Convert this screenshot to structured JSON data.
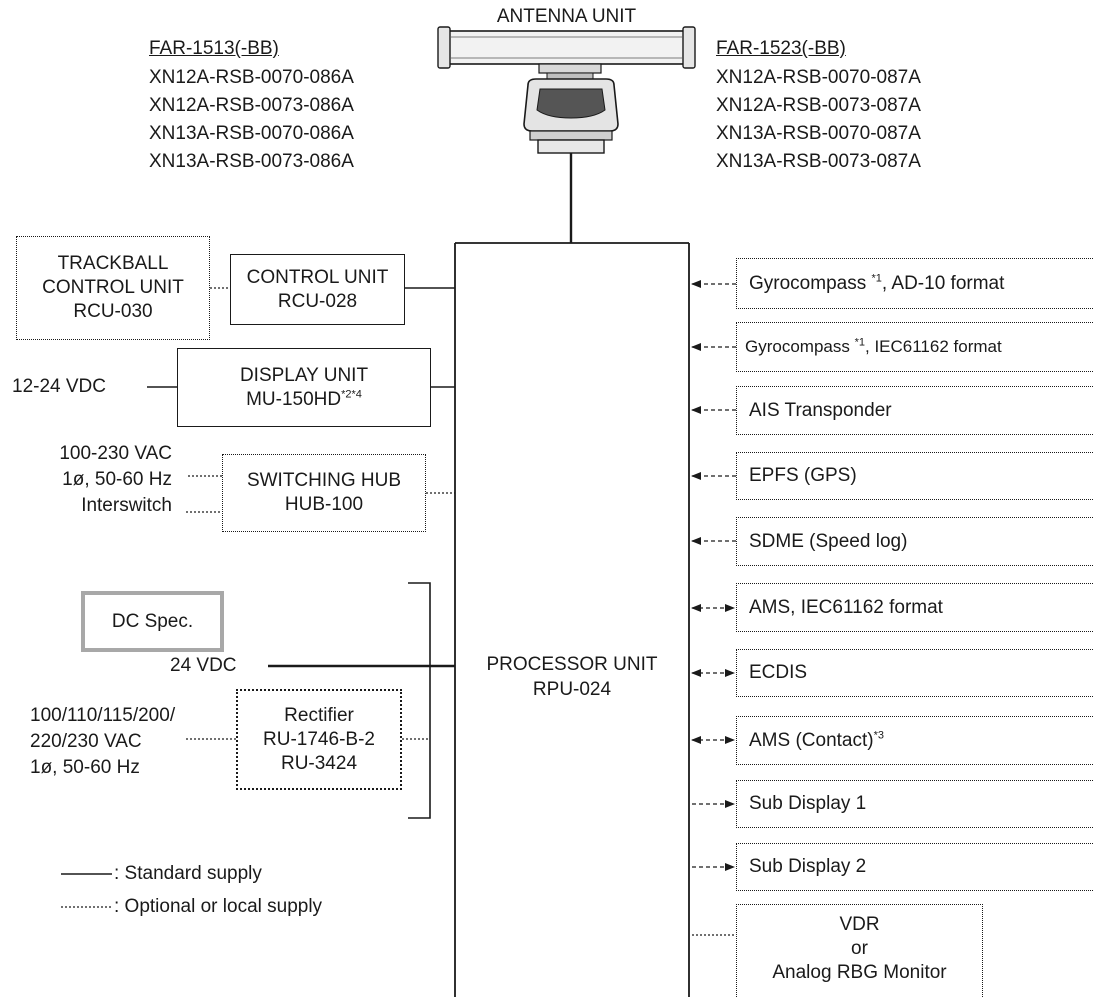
{
  "antenna": {
    "title": "ANTENNA UNIT",
    "left_model": "FAR-1513(-BB)",
    "left_variants": [
      "XN12A-RSB-0070-086A",
      "XN12A-RSB-0073-086A",
      "XN13A-RSB-0070-086A",
      "XN13A-RSB-0073-086A"
    ],
    "right_model": "FAR-1523(-BB)",
    "right_variants": [
      "XN12A-RSB-0070-087A",
      "XN12A-RSB-0073-087A",
      "XN13A-RSB-0070-087A",
      "XN13A-RSB-0073-087A"
    ]
  },
  "processor": {
    "name": "PROCESSOR UNIT",
    "model": "RPU-024"
  },
  "left": {
    "trackball": {
      "line1": "TRACKBALL",
      "line2": "CONTROL UNIT",
      "line3": "RCU-030"
    },
    "control_unit": {
      "name": "CONTROL UNIT",
      "model": "RCU-028"
    },
    "display_unit": {
      "name": "DISPLAY UNIT",
      "model": "MU-150HD",
      "notes": "*2*4",
      "supply": "12-24 VDC"
    },
    "hub": {
      "name": "SWITCHING HUB",
      "model": "HUB-100",
      "supply_line1": "100-230 VAC",
      "supply_line2": "1ø, 50-60 Hz",
      "interswitch": "Interswitch"
    },
    "dc_spec": "DC Spec.",
    "dc_supply": "24 VDC",
    "rectifier": {
      "name": "Rectifier",
      "model1": "RU-1746-B-2",
      "model2": "RU-3424",
      "supply_line1": "100/110/115/200/",
      "supply_line2": "220/230 VAC",
      "supply_line3": "1ø, 50-60 Hz"
    }
  },
  "legend": {
    "standard": ": Standard supply",
    "optional": ": Optional or local supply"
  },
  "right": {
    "gyro_ad10": {
      "pre": "Gyrocompass ",
      "note": "*1",
      "post": ", AD-10 format"
    },
    "gyro_iec": {
      "pre": "Gyrocompass ",
      "note": "*1",
      "post": ", IEC61162 format"
    },
    "ais": "AIS Transponder",
    "epfs": "EPFS (GPS)",
    "sdme": "SDME (Speed log)",
    "ams_iec": "AMS, IEC61162 format",
    "ecdis": "ECDIS",
    "ams_contact": {
      "text": "AMS (Contact)",
      "note": "*3"
    },
    "sub1": "Sub Display 1",
    "sub2": "Sub Display 2",
    "vdr": {
      "line1": "VDR",
      "line2": "or",
      "line3": "Analog RBG Monitor"
    }
  }
}
